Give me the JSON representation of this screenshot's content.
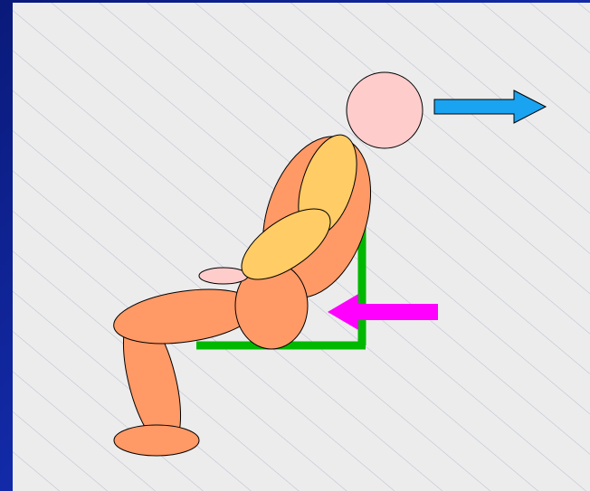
{
  "diagram": {
    "description_free": true,
    "colors": {
      "frame_dark": "#0a1a7a",
      "frame_light": "#1b3ad6",
      "panel_background": "#ececec",
      "hatch_line": "#b8bcd0",
      "body_fill": "#ff9966",
      "limb_highlight_fill": "#ffcc66",
      "head_fill": "#ffcccc",
      "hand_fill": "#ffcccc",
      "outline": "#000000",
      "seat_green": "#00b800",
      "forward_arrow_blue": "#1aa3f0",
      "backrest_force_arrow_magenta": "#ff00ff"
    },
    "elements": {
      "head": "head",
      "torso": "torso",
      "upper_arm": "upper-arm",
      "forearm": "forearm",
      "hand": "hand",
      "pelvis": "pelvis",
      "thigh": "thigh",
      "lower_leg": "lower-leg",
      "foot": "foot",
      "seat_pan": "seat-pan",
      "backrest": "backrest",
      "head_motion_arrow": "head-motion-arrow",
      "backrest_force_arrow": "backrest-force-arrow"
    }
  }
}
